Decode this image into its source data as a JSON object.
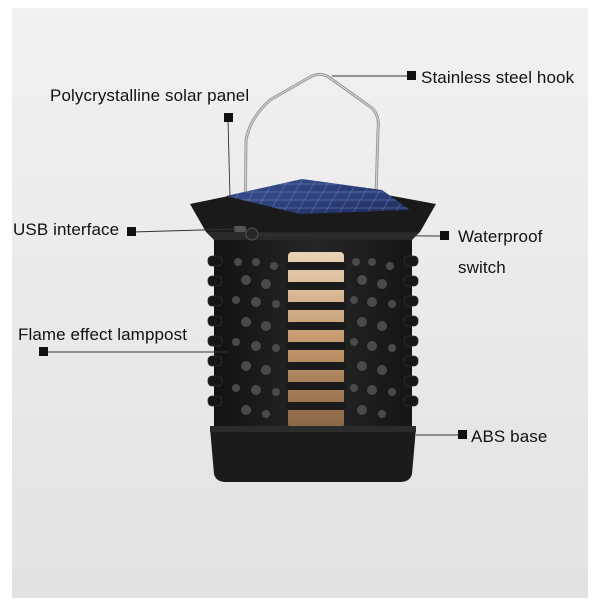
{
  "labels": {
    "hook": "Stainless steel hook",
    "solar_panel": "Polycrystalline solar panel",
    "usb": "USB interface",
    "switch_line1": "Waterproof",
    "switch_line2": "switch",
    "flame": "Flame effect lamppost",
    "base": "ABS base"
  },
  "colors": {
    "background": "#ececec",
    "lantern_body": "#1c1c1c",
    "solar_cell": "#2b3f7a",
    "flame_glow": "#c9a27a",
    "leader_line": "#222222"
  }
}
